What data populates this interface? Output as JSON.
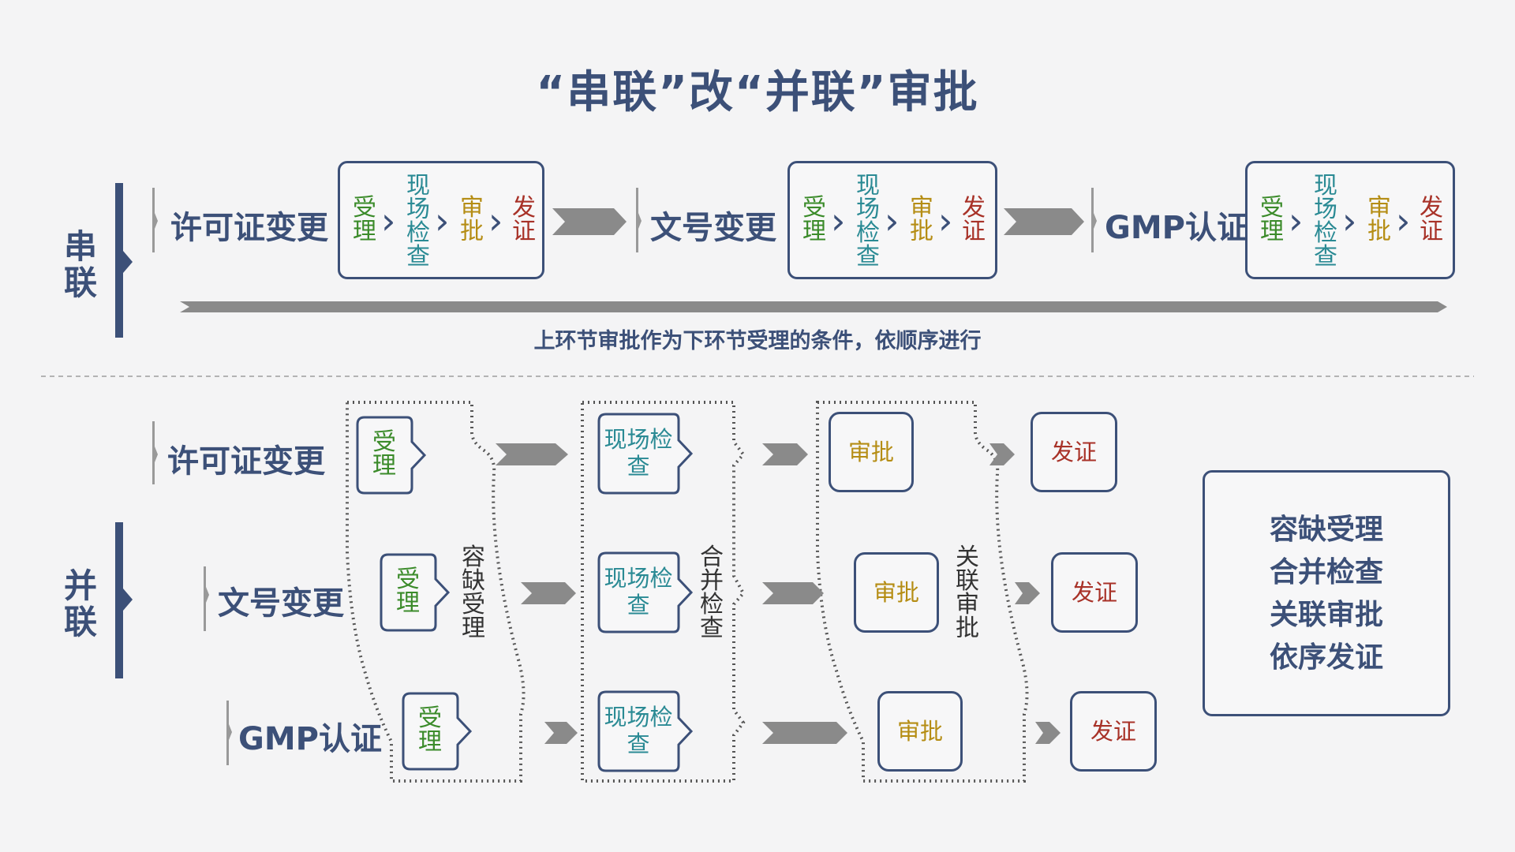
{
  "title": "“串联”改“并联”审批",
  "serial": {
    "label": [
      "串",
      "联"
    ],
    "groups": [
      {
        "name": "许可证变更",
        "steps": [
          "受理",
          "现场检查",
          "审批",
          "发证"
        ]
      },
      {
        "name": "文号变更",
        "steps": [
          "受理",
          "现场检查",
          "审批",
          "发证"
        ]
      },
      {
        "name": "GMP认证",
        "steps": [
          "受理",
          "现场检查",
          "审批",
          "发证"
        ]
      }
    ],
    "note": "上环节审批作为下环节受理的条件，依顺序进行"
  },
  "parallel": {
    "label": [
      "并",
      "联"
    ],
    "rows": [
      {
        "name": "许可证变更",
        "accept": "受理",
        "inspect": "现场检查",
        "approve": "审批",
        "issue": "发证"
      },
      {
        "name": "文号变更",
        "accept": "受理",
        "inspect": "现场检查",
        "approve": "审批",
        "issue": "发证"
      },
      {
        "name": "GMP认证",
        "accept": "受理",
        "inspect": "现场检查",
        "approve": "审批",
        "issue": "发证"
      }
    ],
    "group_labels": [
      "容缺受理",
      "合并检查",
      "关联审批"
    ]
  },
  "summary": [
    "容缺受理",
    "合并检查",
    "关联审批",
    "依序发证"
  ],
  "colors": {
    "navy": "#3c5078",
    "gray_arrow": "#8a8a8a",
    "green": "#3b8b2a",
    "teal": "#2a8a94",
    "yellow": "#b58d14",
    "red": "#a83228"
  }
}
